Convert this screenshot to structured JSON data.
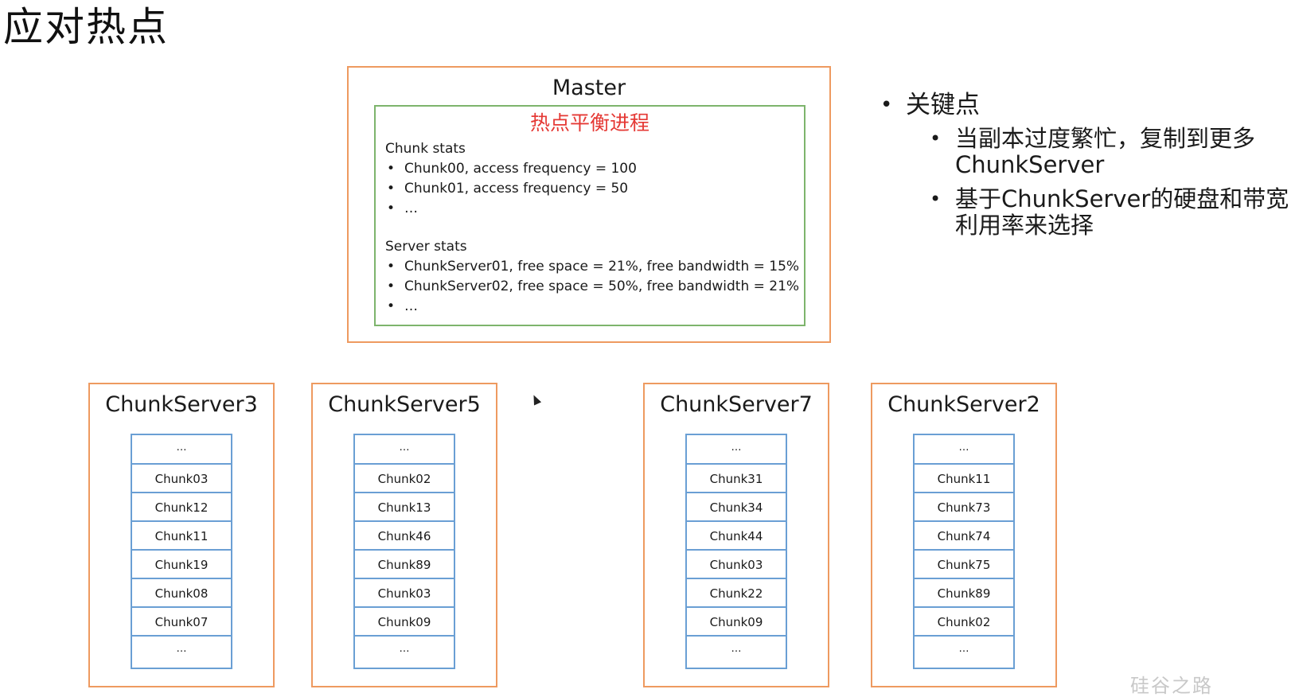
{
  "title": "应对热点",
  "master": {
    "title": "Master",
    "process_title": "热点平衡进程",
    "chunk_stats": {
      "heading": "Chunk stats",
      "items": [
        "Chunk00, access frequency = 100",
        "Chunk01, access frequency = 50",
        "…"
      ]
    },
    "server_stats": {
      "heading": "Server stats",
      "items": [
        "ChunkServer01, free space = 21%, free bandwidth = 15%",
        "ChunkServer02, free space = 50%, free bandwidth = 21%",
        "…"
      ]
    }
  },
  "key_points": {
    "heading": "关键点",
    "items": [
      "当副本过度繁忙，复制到更多ChunkServer",
      "基于ChunkServer的硬盘和带宽利用率来选择"
    ]
  },
  "servers": [
    {
      "name": "ChunkServer3",
      "chunks": [
        "…",
        "Chunk03",
        "Chunk12",
        "Chunk11",
        "Chunk19",
        "Chunk08",
        "Chunk07",
        "…"
      ]
    },
    {
      "name": "ChunkServer5",
      "chunks": [
        "…",
        "Chunk02",
        "Chunk13",
        "Chunk46",
        "Chunk89",
        "Chunk03",
        "Chunk09",
        "…"
      ]
    },
    {
      "name": "ChunkServer7",
      "chunks": [
        "…",
        "Chunk31",
        "Chunk34",
        "Chunk44",
        "Chunk03",
        "Chunk22",
        "Chunk09",
        "…"
      ]
    },
    {
      "name": "ChunkServer2",
      "chunks": [
        "…",
        "Chunk11",
        "Chunk73",
        "Chunk74",
        "Chunk75",
        "Chunk89",
        "Chunk02",
        "…"
      ]
    }
  ],
  "watermark": "硅谷之路",
  "colors": {
    "box_border": "#ee9a60",
    "process_border": "#7db46c",
    "process_title": "#e53935",
    "chunk_border": "#6a9fd4"
  }
}
